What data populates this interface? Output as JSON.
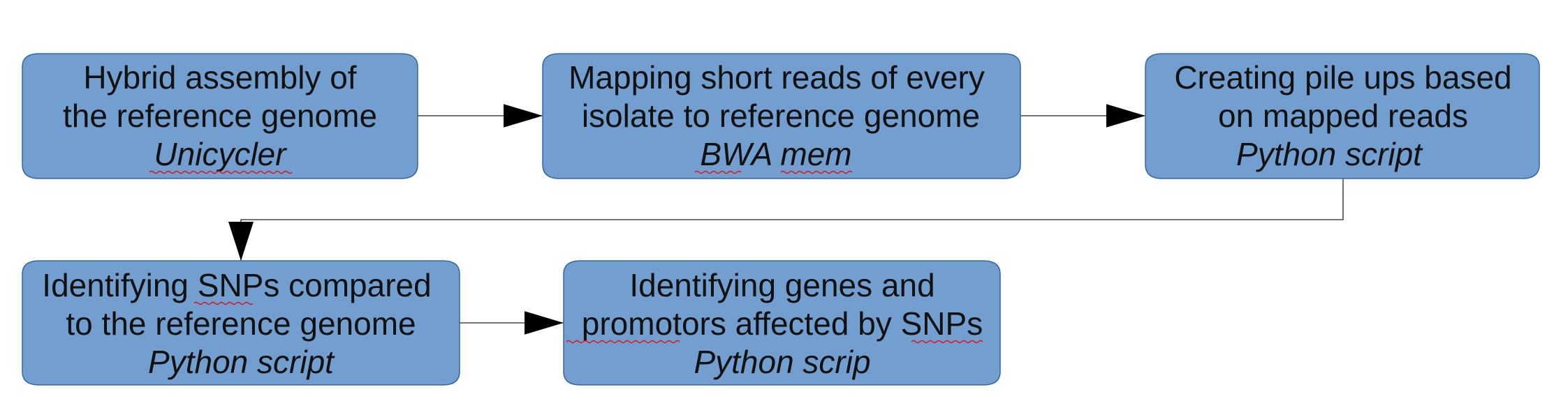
{
  "diagram": {
    "nodes": [
      {
        "id": "hybrid-assembly",
        "lines": [
          "Hybrid assembly of",
          "the reference genome"
        ],
        "tool": "Unicycler"
      },
      {
        "id": "mapping-reads",
        "lines": [
          "Mapping short reads of every",
          "isolate to reference genome"
        ],
        "tool": "BWA mem"
      },
      {
        "id": "pile-ups",
        "lines": [
          "Creating pile ups based",
          "on mapped reads"
        ],
        "tool": "Python script"
      },
      {
        "id": "identify-snps",
        "lines": [
          "Identifying SNPs compared",
          "to the reference genome"
        ],
        "tool": "Python script"
      },
      {
        "id": "identify-genes",
        "lines": [
          "Identifying genes and",
          "promotors affected by SNPs"
        ],
        "tool": "Python scrip"
      }
    ],
    "edges": [
      {
        "from": "hybrid-assembly",
        "to": "mapping-reads"
      },
      {
        "from": "mapping-reads",
        "to": "pile-ups"
      },
      {
        "from": "pile-ups",
        "to": "identify-snps"
      },
      {
        "from": "identify-snps",
        "to": "identify-genes"
      }
    ],
    "colors": {
      "node_fill": "#729fcf",
      "node_stroke": "#3465a4",
      "spellcheck": "#e0121c"
    }
  }
}
